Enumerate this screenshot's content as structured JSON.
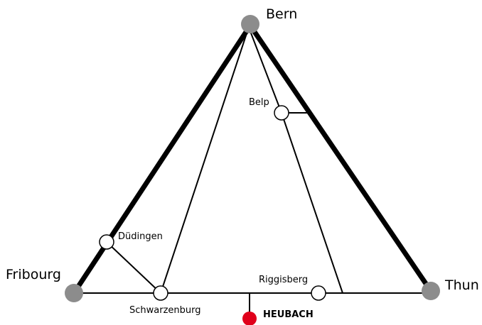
{
  "colors": {
    "major_node": "#8c8c8c",
    "minor_node": "#ffffff",
    "highlight_node": "#e0001b",
    "line": "#000000"
  },
  "places": {
    "bern": "Bern",
    "fribourg": "Fribourg",
    "thun": "Thun",
    "belp": "Belp",
    "dudingen": "Düdingen",
    "schwarzenburg": "Schwarzenburg",
    "riggisberg": "Riggisberg",
    "heubach": "HEUBACH"
  }
}
